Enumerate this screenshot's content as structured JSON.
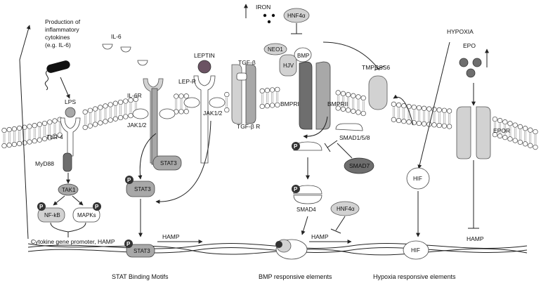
{
  "labels": {
    "production": [
      "Production of",
      "inflammatory",
      "cytokines",
      "(e.g. IL-6)"
    ],
    "iron": "IRON",
    "hnf4a_top": "HNF4α",
    "hypoxia": "HYPOXIA",
    "il6": "IL-6",
    "leptin": "LEPTIN",
    "tgfb": "TGF-β",
    "neo1": "NEO1",
    "bmp": "BMP",
    "hjv": "HJV",
    "epo": "EPO",
    "tmprss6": "TMPRSS6",
    "lep_r": "LEP-R",
    "il6r": "IL-6R",
    "lps": "LPS",
    "jak12_left": "JAK1/2",
    "jak12_right": "JAK1/2",
    "bmpri": "BMPRI",
    "bmprii": "BMPRII",
    "tgfb_r": "TGF-β R",
    "tlr4": "TLR-4",
    "smad158": "SMAD1/5/8",
    "epor": "EPOR",
    "myd88": "MyD88",
    "stat3_mem": "STAT3",
    "smad7": "SMAD7",
    "hif_upper": "HIF",
    "tak1": "TAK1",
    "p_stat3": "STAT3",
    "smad4": "SMAD4",
    "hnf4a_mid": "HNF4α",
    "nfkb": "NF-kB",
    "mapks": "MAPKs",
    "hamp_stat": "HAMP",
    "hamp_bmp": "HAMP",
    "hamp_epor": "HAMP",
    "cytokine_promoter": "Cytokine gene promoter, HAMP",
    "stat3_dna": "STAT3",
    "hif_dna": "HIF",
    "stat_motifs": "STAT Binding Motifs",
    "bmp_elements": "BMP responsive elements",
    "hypoxia_elements": "Hypoxia responsive elements",
    "p": "P"
  },
  "colors": {
    "light_grey": "#d2d2d2",
    "mid_grey": "#a8a8a8",
    "dark_grey": "#6e6e6e",
    "black": "#111111"
  }
}
